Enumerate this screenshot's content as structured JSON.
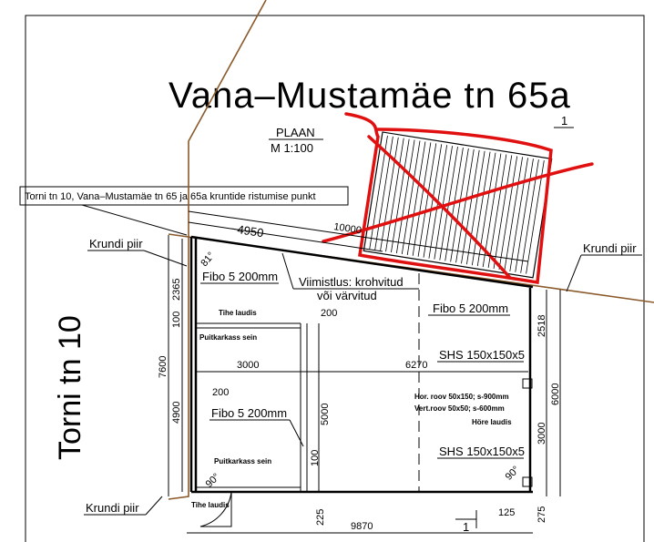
{
  "title": "Vana–Mustamäe tn 65a",
  "side_title": "Torni tn 10",
  "plan": {
    "label": "PLAAN",
    "scale": "M 1:100"
  },
  "intersection_note": "Torni tn 10, Vana–Mustamäe tn 65 ja 65a kruntide ristumise punkt",
  "boundary_labels": [
    "Krundi piir",
    "Krundi piir",
    "Krundi piir"
  ],
  "angles": {
    "top_left": "81°",
    "bottom_left": "90°",
    "bottom_right": "90°"
  },
  "annotations": {
    "fibo_top": "Fibo 5 200mm",
    "fibo_right": "Fibo 5 200mm",
    "fibo_mid": "Fibo 5 200mm",
    "finish_1": "Viimistlus: krohvitud",
    "finish_2": "või värvitud",
    "tihe_laudis_top": "Tihe laudis",
    "tihe_laudis_bottom": "Tihe laudis",
    "puitkarkass_top": "Puitkarkass sein",
    "puitkarkass_bottom": "Puitkarkass sein",
    "shs_top": "SHS 150x150x5",
    "shs_bottom": "SHS 150x150x5",
    "hor_roov": "Hor. roov 50x150; s-900mm",
    "vert_roov": "Vert.roov 50x50; s-600mm",
    "hore_laudis": "Höre laudis",
    "section_mark_top": "1",
    "section_mark_bottom": "1"
  },
  "dimensions": {
    "d4950": "4950",
    "d10000": "10000",
    "d200_top": "200",
    "d3000_h": "3000",
    "d6270": "6270",
    "d200_left": "200",
    "d5000": "5000",
    "d100_inner": "100",
    "d2365": "2365",
    "d100_left": "100",
    "d7600": "7600",
    "d4900": "4900",
    "d2518": "2518",
    "d6000": "6000",
    "d3000_v": "3000",
    "d225": "225",
    "d9870": "9870",
    "d125": "125",
    "d275": "275"
  }
}
